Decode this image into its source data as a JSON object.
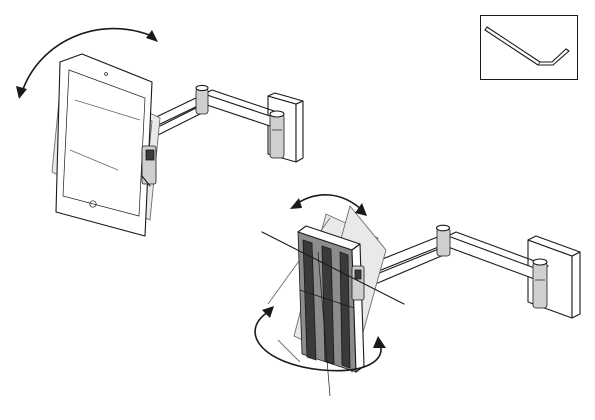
{
  "figure": {
    "title": "",
    "views": [
      {
        "name": "tablet-rotation-view",
        "rotation_arrows": 1
      },
      {
        "name": "tablet-tilt-swivel-view",
        "rotation_arrows": 2,
        "axis_lines": 2
      },
      {
        "name": "hex-key-inset",
        "accessory": "allen-key"
      }
    ]
  }
}
